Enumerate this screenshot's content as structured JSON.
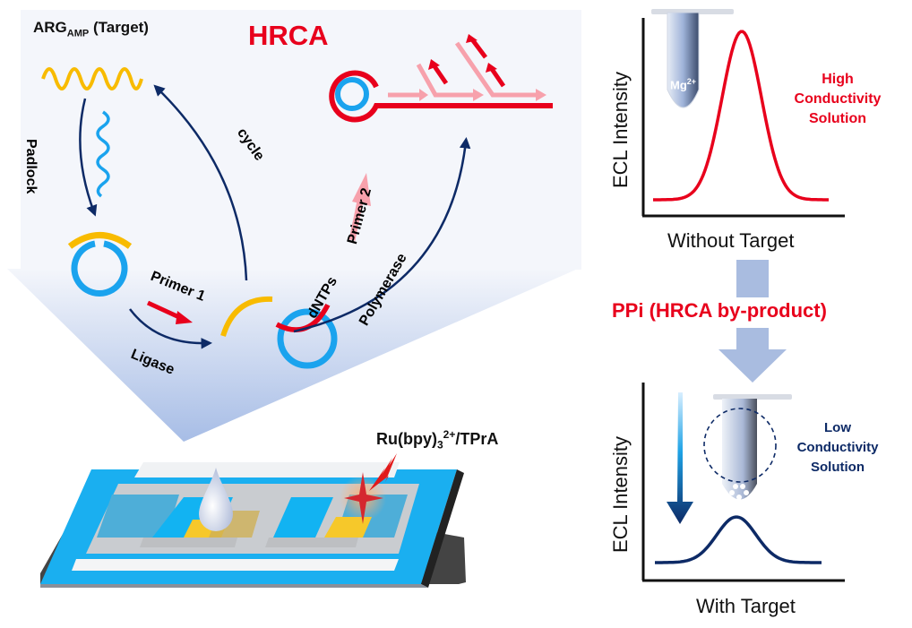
{
  "left_panel": {
    "target_label": "ARG",
    "target_subscript": "AMP",
    "target_suffix": " (Target)",
    "hrca_title": "HRCA",
    "padlock_label": "Padlock",
    "cycle_label": "cycle",
    "primer1_label": "Primer 1",
    "ligase_label": "Ligase",
    "dntps_label": "dNTPs",
    "polymerase_label": "Polymerase",
    "primer2_label": "Primer 2",
    "ecl_reagent_main": "Ru(bpy)",
    "ecl_reagent_sub": "3",
    "ecl_reagent_sup": "2+",
    "ecl_reagent_suffix": "/TPrA"
  },
  "right_panel": {
    "top_chart": {
      "ylabel": "ECL Intensity",
      "xlabel": "Without Target",
      "tube_label_main": "Mg",
      "tube_label_sup": "2+",
      "annotation_lines": [
        "High",
        "Conductivity",
        "Solution"
      ]
    },
    "arrow_label": "PPi (HRCA by-product)",
    "bottom_chart": {
      "ylabel": "ECL Intensity",
      "xlabel": "With Target",
      "annotation_lines": [
        "Low",
        "Conductivity",
        "Solution"
      ]
    }
  },
  "colors": {
    "red": "#e8001c",
    "pink": "#f7a1ac",
    "blue": "#00a8f0",
    "yellow": "#f8bb00",
    "navy": "#0d2a66",
    "panel_bg": "#f4f6fb",
    "funnel": "#a9bfe6"
  }
}
